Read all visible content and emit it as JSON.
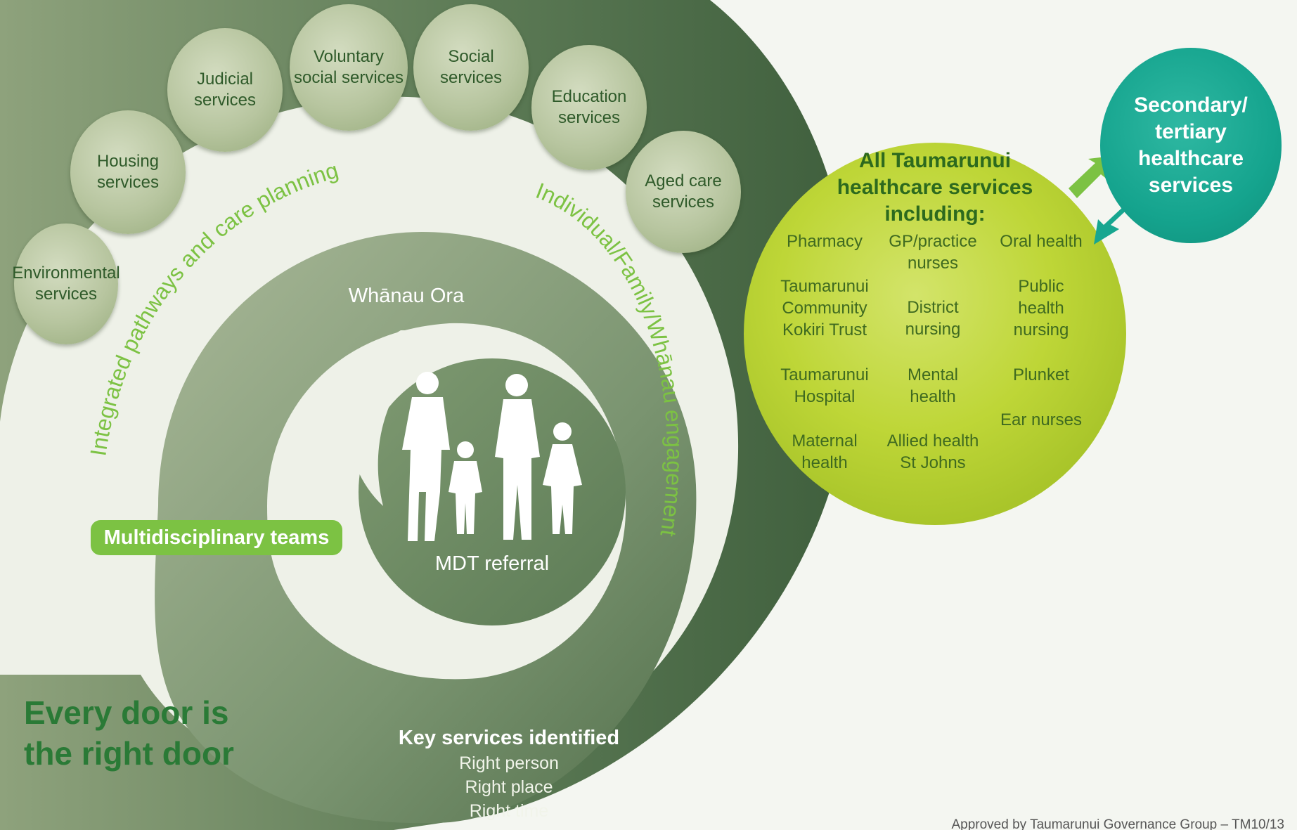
{
  "colors": {
    "dark_green": "#52704d",
    "light_green_ring": "#9aac89",
    "lime": "#b9d431",
    "teal": "#17a690",
    "accent_text_green": "#7cc243"
  },
  "outer_services": [
    {
      "label": "Environmental\nservices"
    },
    {
      "label": "Housing\nservices"
    },
    {
      "label": "Judicial\nservices"
    },
    {
      "label": "Voluntary\nsocial services"
    },
    {
      "label": "Social\nservices"
    },
    {
      "label": "Education\nservices"
    },
    {
      "label": "Aged care\nservices"
    }
  ],
  "arc_labels": {
    "left": "Integrated pathways and care planning",
    "right": "Individual/Family/Whānau engagement"
  },
  "inner": {
    "whanau_ora": "Whānau Ora",
    "mdt_referral": "MDT referral",
    "family_icon": "family-silhouette-icon"
  },
  "multidisciplinary_teams": "Multidisciplinary teams",
  "key_services": {
    "title": "Key services identified",
    "lines": [
      "Right person",
      "Right place",
      "Right time"
    ]
  },
  "tagline": "Every door is\nthe right door",
  "healthcare": {
    "title": "All Taumarunui\nhealthcare services\nincluding:",
    "col1": [
      "Pharmacy",
      "Taumarunui\nCommunity\nKokiri Trust",
      "Taumarunui\nHospital",
      "Maternal\nhealth"
    ],
    "col2": [
      "GP/practice\nnurses",
      "District\nnursing",
      "Mental\nhealth",
      "Allied health\nSt Johns"
    ],
    "col3": [
      "Oral health",
      "Public\nhealth\nnursing",
      "Plunket",
      "Ear nurses"
    ]
  },
  "secondary": "Secondary/\ntertiary\nhealthcare\nservices",
  "approval": "Approved by Taumarunui Governance Group – TM10/13"
}
